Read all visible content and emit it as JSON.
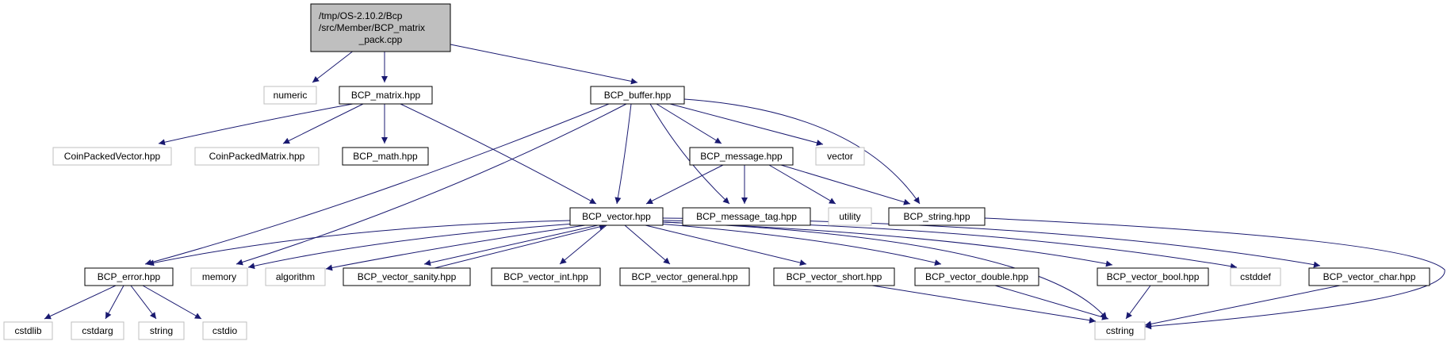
{
  "colors": {
    "edge": "#191970",
    "root_fill": "#bfbfbf",
    "root_border": "#000000",
    "documented_border": "#000000",
    "external_border": "#bfbfbf",
    "background": "#ffffff"
  },
  "nodes": [
    {
      "id": "root",
      "kind": "root",
      "lines": [
        "/tmp/OS-2.10.2/Bcp",
        "/src/Member/BCP_matrix",
        "_pack.cpp"
      ]
    },
    {
      "id": "numeric",
      "kind": "external",
      "lines": [
        "numeric"
      ]
    },
    {
      "id": "bcp_matrix",
      "kind": "documented",
      "lines": [
        "BCP_matrix.hpp"
      ]
    },
    {
      "id": "bcp_buffer",
      "kind": "documented",
      "lines": [
        "BCP_buffer.hpp"
      ]
    },
    {
      "id": "coin_packed_vector",
      "kind": "external",
      "lines": [
        "CoinPackedVector.hpp"
      ]
    },
    {
      "id": "coin_packed_matrix",
      "kind": "external",
      "lines": [
        "CoinPackedMatrix.hpp"
      ]
    },
    {
      "id": "bcp_math",
      "kind": "documented",
      "lines": [
        "BCP_math.hpp"
      ]
    },
    {
      "id": "bcp_message",
      "kind": "documented",
      "lines": [
        "BCP_message.hpp"
      ]
    },
    {
      "id": "vector",
      "kind": "external",
      "lines": [
        "vector"
      ]
    },
    {
      "id": "bcp_vector",
      "kind": "documented",
      "lines": [
        "BCP_vector.hpp"
      ]
    },
    {
      "id": "bcp_message_tag",
      "kind": "documented",
      "lines": [
        "BCP_message_tag.hpp"
      ]
    },
    {
      "id": "utility",
      "kind": "external",
      "lines": [
        "utility"
      ]
    },
    {
      "id": "bcp_string",
      "kind": "documented",
      "lines": [
        "BCP_string.hpp"
      ]
    },
    {
      "id": "bcp_error",
      "kind": "documented",
      "lines": [
        "BCP_error.hpp"
      ]
    },
    {
      "id": "memory",
      "kind": "external",
      "lines": [
        "memory"
      ]
    },
    {
      "id": "algorithm",
      "kind": "external",
      "lines": [
        "algorithm"
      ]
    },
    {
      "id": "bcp_vector_sanity",
      "kind": "documented",
      "lines": [
        "BCP_vector_sanity.hpp"
      ]
    },
    {
      "id": "bcp_vector_int",
      "kind": "documented",
      "lines": [
        "BCP_vector_int.hpp"
      ]
    },
    {
      "id": "bcp_vector_general",
      "kind": "documented",
      "lines": [
        "BCP_vector_general.hpp"
      ]
    },
    {
      "id": "bcp_vector_short",
      "kind": "documented",
      "lines": [
        "BCP_vector_short.hpp"
      ]
    },
    {
      "id": "bcp_vector_double",
      "kind": "documented",
      "lines": [
        "BCP_vector_double.hpp"
      ]
    },
    {
      "id": "bcp_vector_bool",
      "kind": "documented",
      "lines": [
        "BCP_vector_bool.hpp"
      ]
    },
    {
      "id": "cstddef",
      "kind": "external",
      "lines": [
        "cstddef"
      ]
    },
    {
      "id": "bcp_vector_char",
      "kind": "documented",
      "lines": [
        "BCP_vector_char.hpp"
      ]
    },
    {
      "id": "cstdlib",
      "kind": "external",
      "lines": [
        "cstdlib"
      ]
    },
    {
      "id": "cstdarg",
      "kind": "external",
      "lines": [
        "cstdarg"
      ]
    },
    {
      "id": "string",
      "kind": "external",
      "lines": [
        "string"
      ]
    },
    {
      "id": "cstdio",
      "kind": "external",
      "lines": [
        "cstdio"
      ]
    },
    {
      "id": "cstring",
      "kind": "external",
      "lines": [
        "cstring"
      ]
    }
  ],
  "edges": [
    [
      "root",
      "numeric"
    ],
    [
      "root",
      "bcp_matrix"
    ],
    [
      "root",
      "bcp_buffer"
    ],
    [
      "bcp_matrix",
      "coin_packed_vector"
    ],
    [
      "bcp_matrix",
      "coin_packed_matrix"
    ],
    [
      "bcp_matrix",
      "bcp_math"
    ],
    [
      "bcp_matrix",
      "bcp_vector"
    ],
    [
      "bcp_buffer",
      "bcp_error"
    ],
    [
      "bcp_buffer",
      "memory"
    ],
    [
      "bcp_buffer",
      "bcp_vector"
    ],
    [
      "bcp_buffer",
      "bcp_message_tag"
    ],
    [
      "bcp_buffer",
      "bcp_message"
    ],
    [
      "bcp_buffer",
      "vector"
    ],
    [
      "bcp_buffer",
      "bcp_string"
    ],
    [
      "bcp_message",
      "bcp_vector"
    ],
    [
      "bcp_message",
      "bcp_message_tag"
    ],
    [
      "bcp_message",
      "utility"
    ],
    [
      "bcp_message",
      "bcp_string"
    ],
    [
      "bcp_string",
      "cstring"
    ],
    [
      "bcp_vector",
      "bcp_error"
    ],
    [
      "bcp_vector",
      "memory"
    ],
    [
      "bcp_vector",
      "algorithm"
    ],
    [
      "bcp_vector",
      "bcp_vector_sanity"
    ],
    [
      "bcp_vector_sanity",
      "bcp_vector"
    ],
    [
      "bcp_vector",
      "bcp_vector_int"
    ],
    [
      "bcp_vector",
      "bcp_vector_general"
    ],
    [
      "bcp_vector",
      "bcp_vector_short"
    ],
    [
      "bcp_vector",
      "bcp_vector_double"
    ],
    [
      "bcp_vector",
      "bcp_vector_bool"
    ],
    [
      "bcp_vector",
      "cstddef"
    ],
    [
      "bcp_vector",
      "bcp_vector_char"
    ],
    [
      "bcp_vector",
      "cstring"
    ],
    [
      "bcp_error",
      "cstdlib"
    ],
    [
      "bcp_error",
      "cstdarg"
    ],
    [
      "bcp_error",
      "string"
    ],
    [
      "bcp_error",
      "cstdio"
    ],
    [
      "bcp_vector_short",
      "cstring"
    ],
    [
      "bcp_vector_double",
      "cstring"
    ],
    [
      "bcp_vector_bool",
      "cstring"
    ],
    [
      "bcp_vector_char",
      "cstring"
    ]
  ]
}
